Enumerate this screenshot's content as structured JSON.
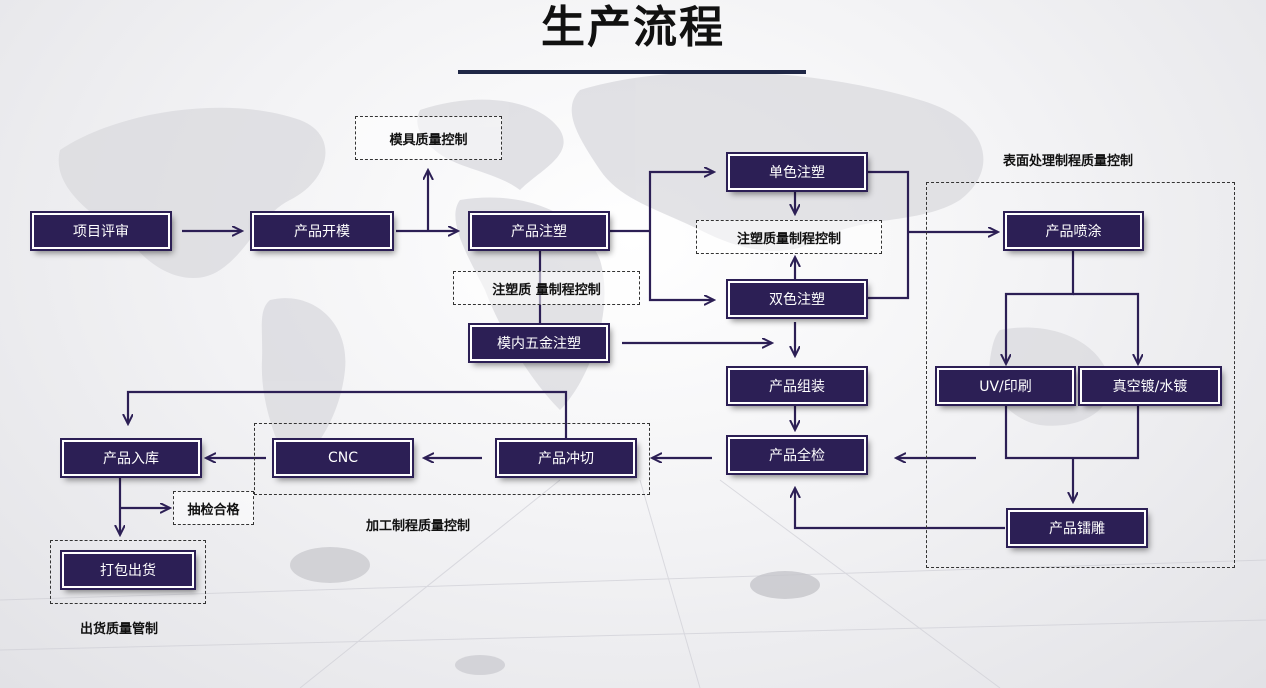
{
  "title": "生产流程",
  "nodes": {
    "project_review": "项目评审",
    "mold_open": "产品开模",
    "injection": "产品注塑",
    "single_color": "单色注塑",
    "double_color": "双色注塑",
    "insert_molding": "模内五金注塑",
    "assembly": "产品组装",
    "full_inspection": "产品全检",
    "punch_cut": "产品冲切",
    "cnc": "CNC",
    "warehousing": "产品入库",
    "pack_ship": "打包出货",
    "spray": "产品喷涂",
    "uv_print": "UV/印刷",
    "vacuum_plating": "真空镀/水镀",
    "engraving": "产品镭雕"
  },
  "quality_boxes": {
    "mold_qc": "模具质量控制",
    "injection_qc_left": "注塑质  量制程控制",
    "injection_qc_center": "注塑质量制程控制",
    "sampling_pass": "抽检合格"
  },
  "labels": {
    "surface_qc": "表面处理制程质量控制",
    "processing_qc": "加工制程质量控制",
    "shipping_qc": "出货质量管制"
  },
  "colors": {
    "node_fill": "#2c1f55",
    "arrow": "#2c1f55",
    "title_underline": "#1f2746"
  }
}
